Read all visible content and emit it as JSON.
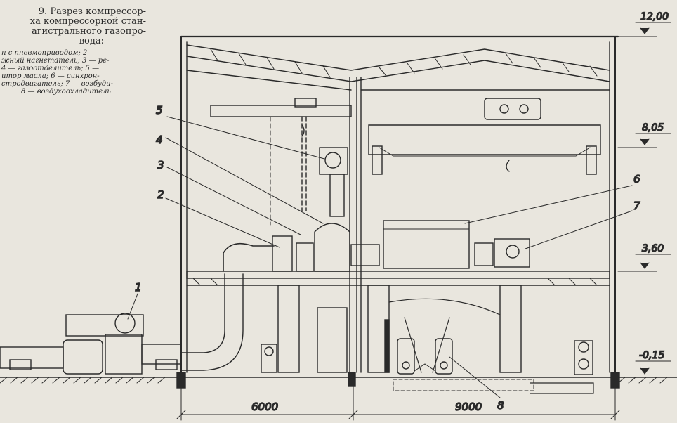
{
  "caption": {
    "title_lines": [
      "9. Разрез компрессор-",
      "ха компрессорной стан-",
      "агистрального газопро-",
      "вода:"
    ],
    "legend_lines": [
      "н с пневмоприводом; 2 —",
      "жный нагнетатель; 3 — ре-",
      "4 — газоотделитель; 5 —",
      "итор масла; 6 — синхрон-",
      "стродвигатель; 7 — возбуди-",
      "8 — воздухоохладитель"
    ]
  },
  "elevations": [
    {
      "label": "12,00"
    },
    {
      "label": "8,05"
    },
    {
      "label": "3,60"
    },
    {
      "label": "-0,15"
    }
  ],
  "dimensions": [
    {
      "label": "6000"
    },
    {
      "label": "9000"
    }
  ],
  "callouts": [
    "1",
    "2",
    "3",
    "4",
    "5",
    "6",
    "7",
    "8"
  ],
  "colors": {
    "ink": "#2a2a2a",
    "paper": "#e9e6de"
  }
}
